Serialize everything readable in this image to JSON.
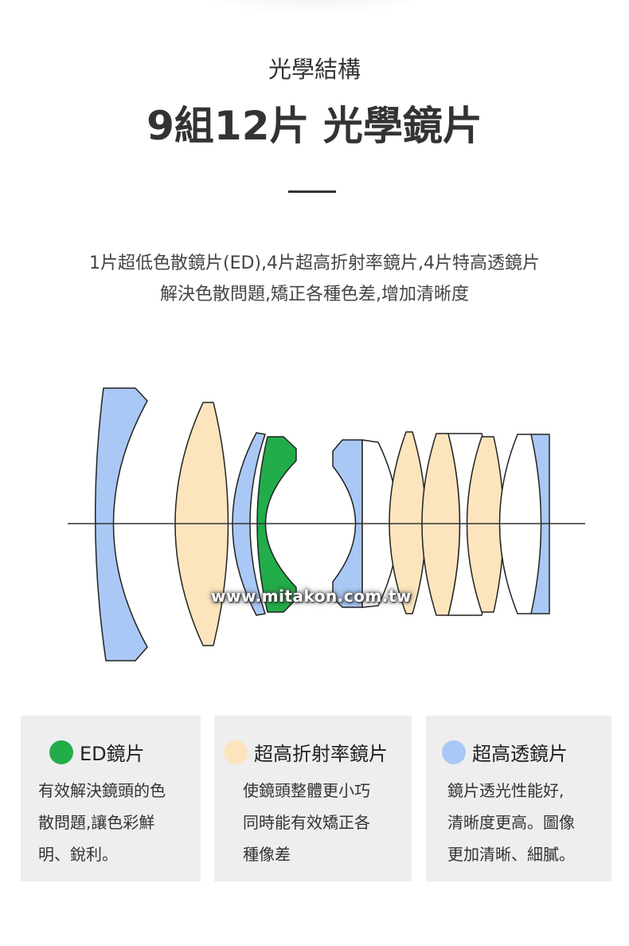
{
  "header": {
    "subtitle": "光學結構",
    "title": "9組12片 光學鏡片"
  },
  "description": [
    "1片超低色散鏡片(ED),4片超高折射率鏡片,4片特高透鏡片",
    "解決色散問題,矯正各種色差,增加清晰度"
  ],
  "diagram": {
    "watermark": "www.mitakon.com.tw"
  },
  "colors": {
    "ed": "#22ad4a",
    "high_refractive": "#fce5bd",
    "high_transmission": "#aac8f5"
  },
  "cards": [
    {
      "title": "ED鏡片",
      "lines": [
        "有效解決鏡頭的色",
        "散問題,讓色彩鮮",
        "明、銳利。"
      ]
    },
    {
      "title": "超高折射率鏡片",
      "lines": [
        "使鏡頭整體更小巧",
        "同時能有效矯正各",
        "種像差"
      ]
    },
    {
      "title": "超高透鏡片",
      "lines": [
        "鏡片透光性能好,",
        "清晰度更高。圖像",
        "更加清晰、細膩。"
      ]
    }
  ]
}
